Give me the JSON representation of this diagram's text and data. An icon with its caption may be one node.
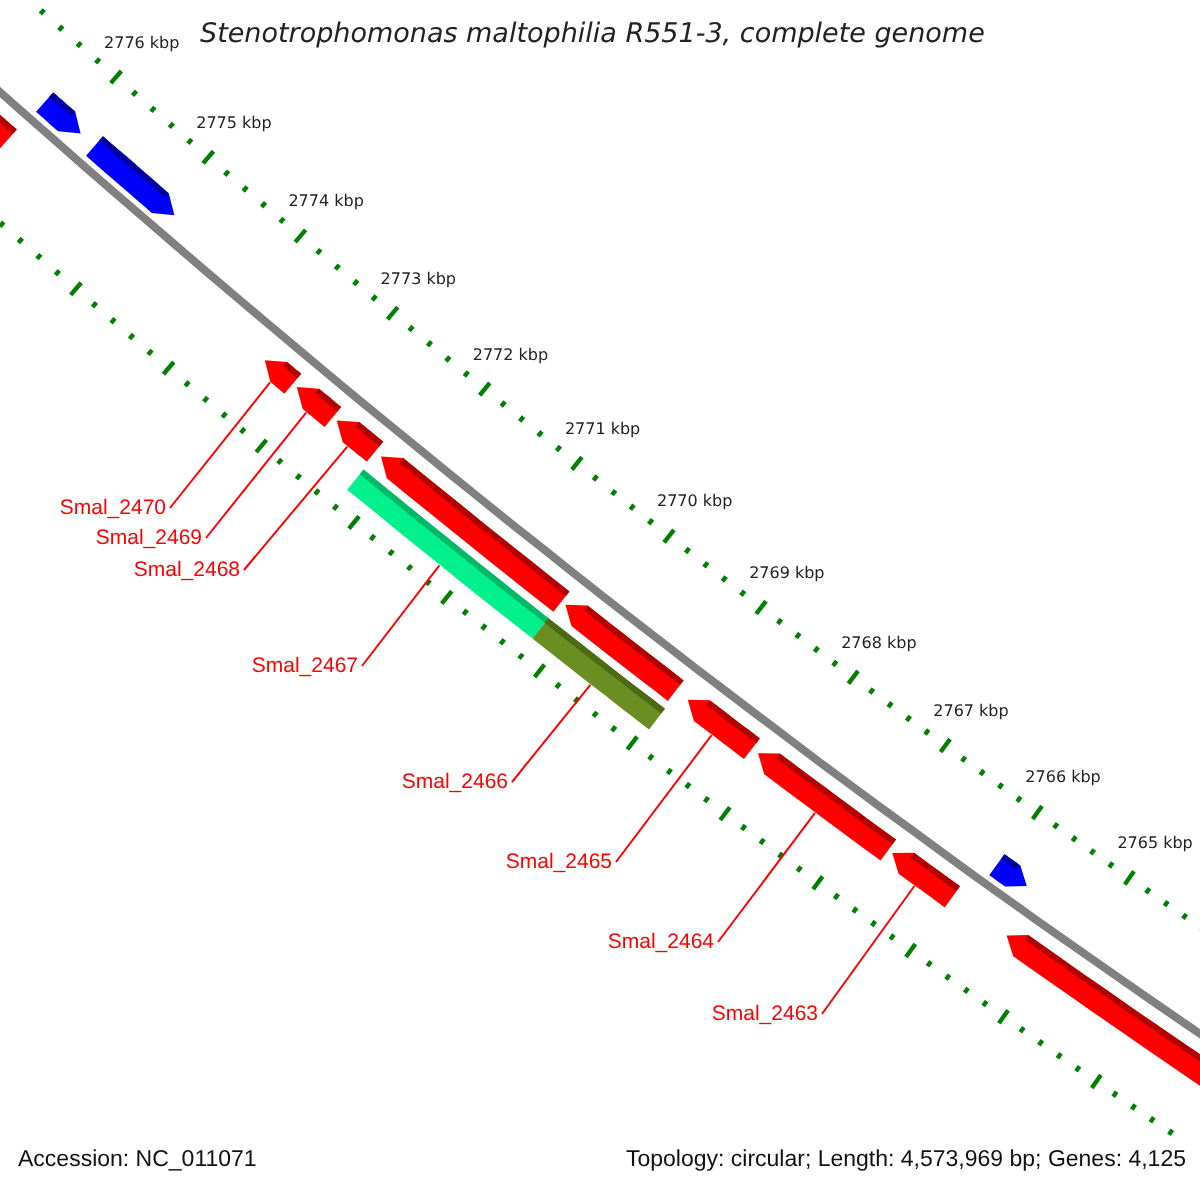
{
  "diagram": {
    "title": "Stenotrophomonas maltophilia R551-3, complete genome",
    "nodes": [
      {
        "text": [
          "Smal_2470"
        ]
      },
      {
        "text": [
          "Smal_2469"
        ]
      },
      {
        "text": [
          "Smal_2468"
        ]
      },
      {
        "text": [
          "Smal_2467"
        ]
      },
      {
        "text": [
          "Smal_2466"
        ]
      },
      {
        "text": [
          "Smal_2465"
        ]
      },
      {
        "text": [
          "Smal_2464"
        ]
      },
      {
        "text": [
          "Smal_2463"
        ]
      },
      {
        "text": [],
        "shape": "arrow"
      },
      {
        "text": [],
        "shape": "arrow"
      },
      {
        "text": [],
        "shape": "arrow"
      },
      {
        "text": [],
        "shape": "arrow"
      },
      {
        "text": [],
        "shape": "arrow"
      },
      {
        "text": [],
        "shape": "arrow"
      },
      {
        "text": [],
        "shape": "bar"
      },
      {
        "text": [],
        "shape": "arrow"
      },
      {
        "text": [],
        "shape": "bar"
      },
      {
        "text": [],
        "shape": "arrow"
      },
      {
        "text": [],
        "shape": "arrow"
      },
      {
        "text": [],
        "shape": "arrow"
      },
      {
        "text": [],
        "shape": "arrow"
      },
      {
        "text": [],
        "shape": "arrow"
      },
      {
        "text": [],
        "shape": "arrow"
      }
    ],
    "edges": [
      {
        "from": 0,
        "to": 11,
        "arrow": "none"
      },
      {
        "from": 1,
        "to": 12,
        "arrow": "none"
      },
      {
        "from": 2,
        "to": 13,
        "arrow": "none"
      },
      {
        "from": 3,
        "to": 14,
        "arrow": "none"
      },
      {
        "from": 4,
        "to": 16,
        "arrow": "none"
      },
      {
        "from": 5,
        "to": 18,
        "arrow": "none"
      },
      {
        "from": 6,
        "to": 19,
        "arrow": "none"
      },
      {
        "from": 7,
        "to": 20,
        "arrow": "none"
      }
    ],
    "labels": [
      "2776 kbp",
      "2775 kbp",
      "2774 kbp",
      "2773 kbp",
      "2772 kbp",
      "2771 kbp",
      "2770 kbp",
      "2769 kbp",
      "2768 kbp",
      "2767 kbp",
      "2766 kbp",
      "2765 kbp",
      "Accession: NC_011071",
      "Topology: circular; Length: 4,573,969 bp; Genes: 4,125"
    ]
  }
}
